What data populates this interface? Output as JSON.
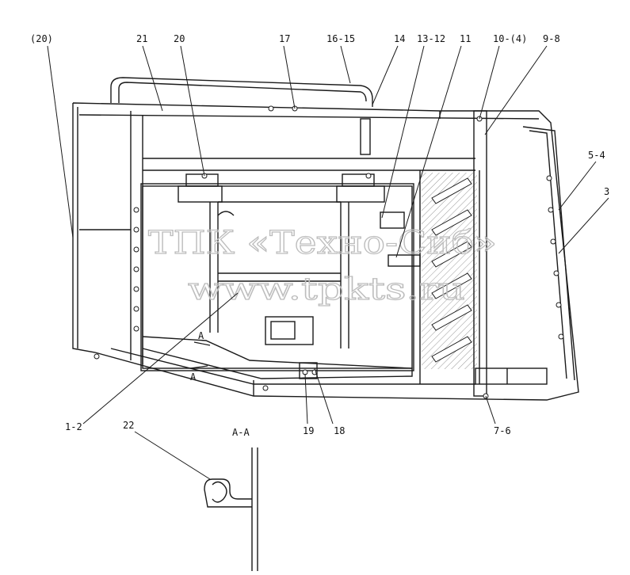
{
  "watermark": {
    "company": "ТПК «Техно-Сиб»",
    "site": "www.tpkts.ru"
  },
  "section_view": {
    "label": "A-A",
    "marker": "A"
  },
  "callouts": [
    "(20)",
    "21",
    "20",
    "17",
    "16-15",
    "14",
    "13-12",
    "11",
    "10-(4)",
    "9-8",
    "5-4",
    "3",
    "1-2",
    "19",
    "18",
    "7-6",
    "22"
  ],
  "colors": {
    "line": "#1a1a1a",
    "hatch": "#333333",
    "watermark": "#bdbdbd"
  }
}
